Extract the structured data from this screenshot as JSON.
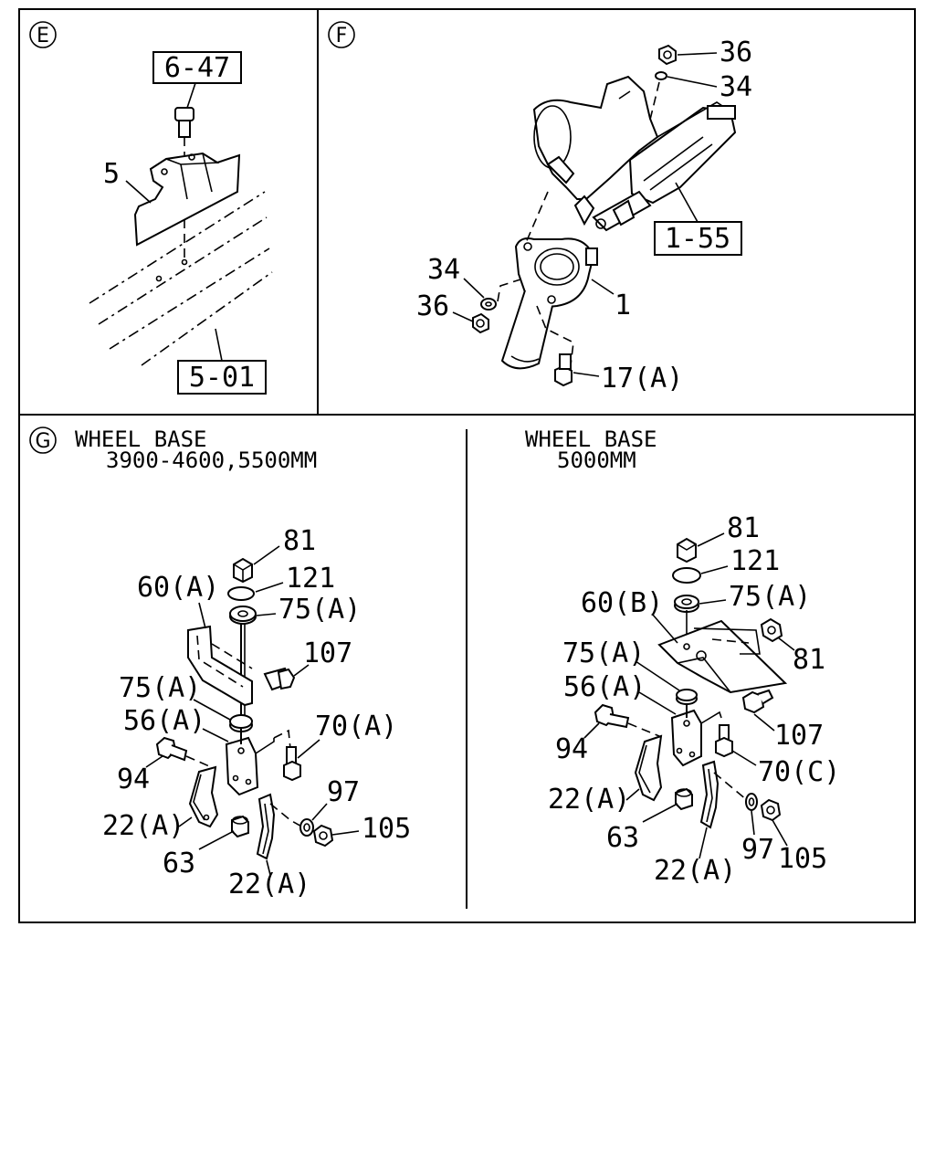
{
  "panels": {
    "E": {
      "marker": "E",
      "ref_boxes": [
        "6-47",
        "5-01"
      ],
      "labels": [
        "5"
      ]
    },
    "F": {
      "marker": "F",
      "ref_boxes": [
        "1-55"
      ],
      "labels": [
        "36",
        "34",
        "34",
        "36",
        "1",
        "17(A)"
      ]
    },
    "G": {
      "marker": "G",
      "left": {
        "heading_line1": "WHEEL BASE",
        "heading_line2": "3900-4600,5500MM",
        "labels": [
          "81",
          "121",
          "60(A)",
          "75(A)",
          "107",
          "75(A)",
          "56(A)",
          "70(A)",
          "94",
          "97",
          "105",
          "22(A)",
          "63",
          "22(A)"
        ]
      },
      "right": {
        "heading_line1": "WHEEL BASE",
        "heading_line2": "5000MM",
        "labels": [
          "81",
          "121",
          "60(B)",
          "75(A)",
          "81",
          "75(A)",
          "56(A)",
          "107",
          "94",
          "70(C)",
          "22(A)",
          "63",
          "97",
          "105",
          "22(A)"
        ]
      }
    }
  }
}
